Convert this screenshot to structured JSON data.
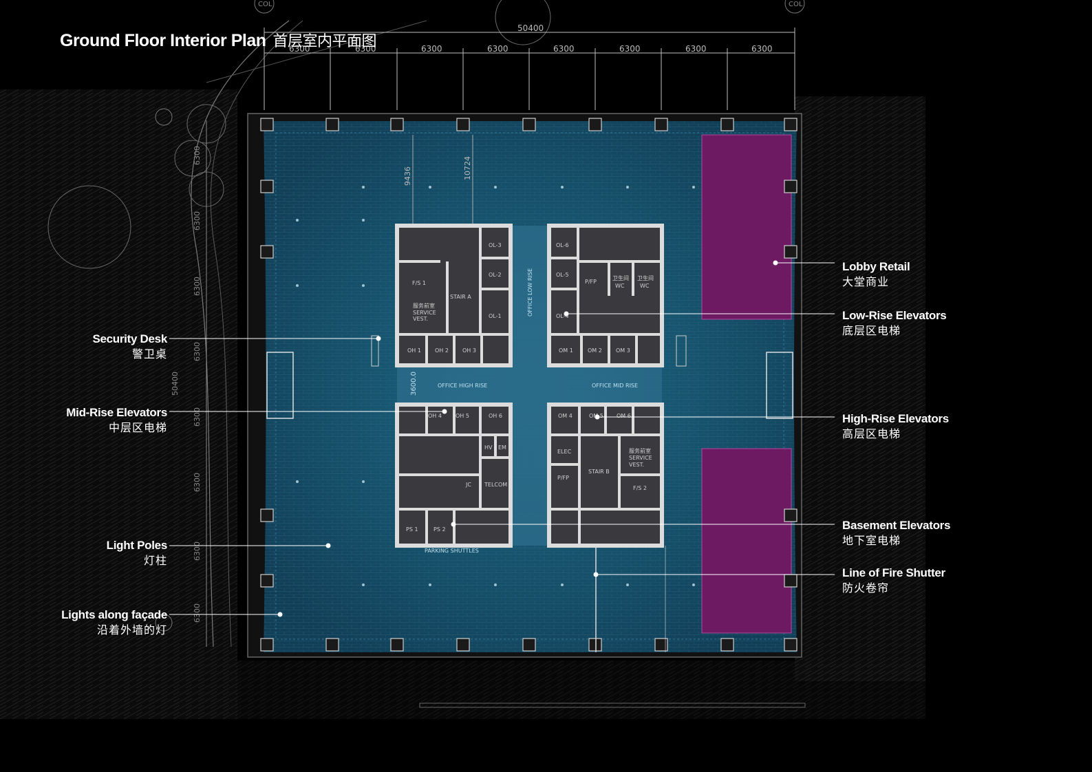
{
  "title": {
    "en": "Ground Floor Interior Plan",
    "cn": "首层室内平面图"
  },
  "dimensions": {
    "overall": "50400",
    "bay": "6300",
    "side_bays": [
      "6300",
      "6300",
      "6300",
      "6300",
      "6300",
      "6300",
      "6300",
      "6300"
    ],
    "side_overall": "50400",
    "offset_a": "9436",
    "offset_b": "10724",
    "corridor": "3600.0"
  },
  "grid_tag": "COL",
  "core": {
    "corridor_low": "OFFICE LOW RISE",
    "corridor_high": "OFFICE HIGH RISE",
    "corridor_mid": "OFFICE MID RISE",
    "parking": "PARKING SHUTTLES",
    "rooms": {
      "fs1": "F/S 1",
      "fs2": "F/S 2",
      "service_tl_cn": "服务前室",
      "service_tl_en": "SERVICE",
      "service_tl_en2": "VEST.",
      "service_br_cn": "服务前室",
      "service_br_en": "SERVICE",
      "service_br_en2": "VEST.",
      "stair_a": "STAIR A",
      "stair_b": "STAIR B",
      "ol3": "OL-3",
      "ol2": "OL-2",
      "ol1": "OL-1",
      "ol6": "OL-6",
      "ol5": "OL-5",
      "ol4": "OL-4",
      "oh1": "OH 1",
      "oh2": "OH 2",
      "oh3": "OH 3",
      "om1": "OM 1",
      "om2": "OM 2",
      "om3": "OM 3",
      "oh4": "OH 4",
      "oh5": "OH 5",
      "oh6": "OH 6",
      "om4": "OM 4",
      "om5": "OM 5",
      "om6": "OM 6",
      "pfp1": "P/FP",
      "pfp2": "P/FP",
      "wc_cn": "卫生间",
      "wc": "WC",
      "hv": "HV",
      "em": "EM",
      "jc": "JC",
      "telcom": "TELCOM",
      "elec": "ELEC",
      "ps1": "PS 1",
      "ps2": "PS 2"
    }
  },
  "labels": {
    "lobby_retail": {
      "en": "Lobby Retail",
      "cn": "大堂商业"
    },
    "low_rise": {
      "en": "Low-Rise Elevators",
      "cn": "底层区电梯"
    },
    "security": {
      "en": "Security Desk",
      "cn": "警卫桌"
    },
    "mid_rise": {
      "en": "Mid-Rise Elevators",
      "cn": "中层区电梯"
    },
    "high_rise": {
      "en": "High-Rise Elevators",
      "cn": "高层区电梯"
    },
    "light_poles": {
      "en": "Light Poles",
      "cn": "灯柱"
    },
    "basement": {
      "en": "Basement Elevators",
      "cn": "地下室电梯"
    },
    "lights_facade": {
      "en": "Lights along façade",
      "cn": "沿着外墙的灯"
    },
    "fire_shutter": {
      "en": "Line of Fire Shutter",
      "cn": "防火卷帘"
    }
  },
  "colors": {
    "floor": "#14465f",
    "retail": "#6e1a63",
    "core_wall": "#dcdcdc",
    "core_room": "#3a3a3e",
    "corridor": "#2d6e8c",
    "linework": "#9a9a9a"
  }
}
